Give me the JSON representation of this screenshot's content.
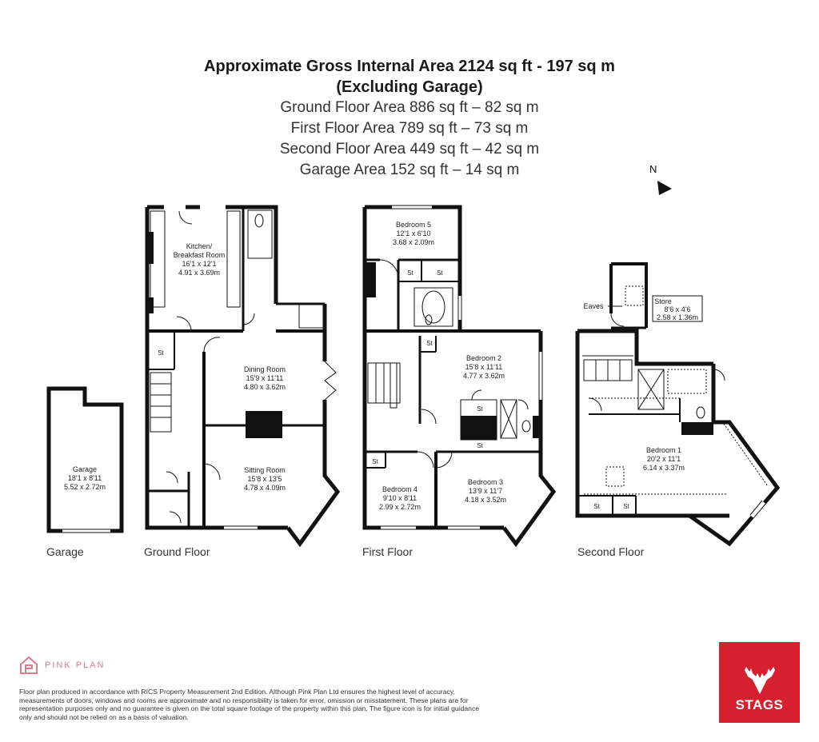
{
  "header": {
    "title": "Approximate Gross Internal Area 2124 sq ft - 197 sq m",
    "subtitle": "(Excluding Garage)",
    "areas": [
      "Ground Floor Area 886 sq ft – 82 sq m",
      "First Floor Area 789 sq ft – 73 sq m",
      "Second Floor Area 449 sq ft – 42 sq m",
      "Garage Area 152 sq ft – 14 sq m"
    ]
  },
  "compass": {
    "label": "N"
  },
  "floors": {
    "garage": "Garage",
    "ground": "Ground Floor",
    "first": "First Floor",
    "second": "Second Floor"
  },
  "rooms": {
    "garage": {
      "name": "Garage",
      "imperial": "18'1 x 8'11",
      "metric": "5.52 x 2.72m"
    },
    "kitchen": {
      "name": "Kitchen/",
      "name2": "Breakfast Room",
      "imperial": "16'1 x 12'1",
      "metric": "4.91 x 3.69m"
    },
    "dining": {
      "name": "Dining Room",
      "imperial": "15'9 x 11'11",
      "metric": "4.80 x 3.62m"
    },
    "sitting": {
      "name": "Sitting Room",
      "imperial": "15'8 x 13'5",
      "metric": "4.78 x 4.09m"
    },
    "bed5": {
      "name": "Bedroom 5",
      "imperial": "12'1 x 6'10",
      "metric": "3.68 x 2.09m"
    },
    "bed2": {
      "name": "Bedroom 2",
      "imperial": "15'8 x 11'11",
      "metric": "4.77 x 3.62m"
    },
    "bed4": {
      "name": "Bedroom 4",
      "imperial": "9'10 x 8'11",
      "metric": "2.99 x 2.72m"
    },
    "bed3": {
      "name": "Bedroom 3",
      "imperial": "13'9 x 11'7",
      "metric": "4.18 x 3.52m"
    },
    "bed1": {
      "name": "Bedroom 1",
      "imperial": "20'2 x 11'1",
      "metric": "6.14 x 3.37m"
    },
    "store": {
      "name": "Store",
      "imperial": "8'6 x 4'6",
      "metric": "2.58 x 1.36m"
    },
    "eaves": {
      "name": "Eaves"
    },
    "st": "St"
  },
  "branding": {
    "pink_plan": "PINK PLAN",
    "stags": "STAGS",
    "pink_color": "#e07a8c",
    "stags_color": "#d7202f"
  },
  "disclaimer": "Floor plan produced in accordance with RICS Property Measurement 2nd Edition. Although Pink Plan Ltd ensures the highest level of accuracy, measurements of doors, windows and rooms are approximate and no responsibility is taken for error, omission or misstatement. These plans are for representation purposes only and no guarantee is given on the total square footage of the property within this plan. The figure icon is for initial guidance only and should not be relied on as a basis of valuation."
}
